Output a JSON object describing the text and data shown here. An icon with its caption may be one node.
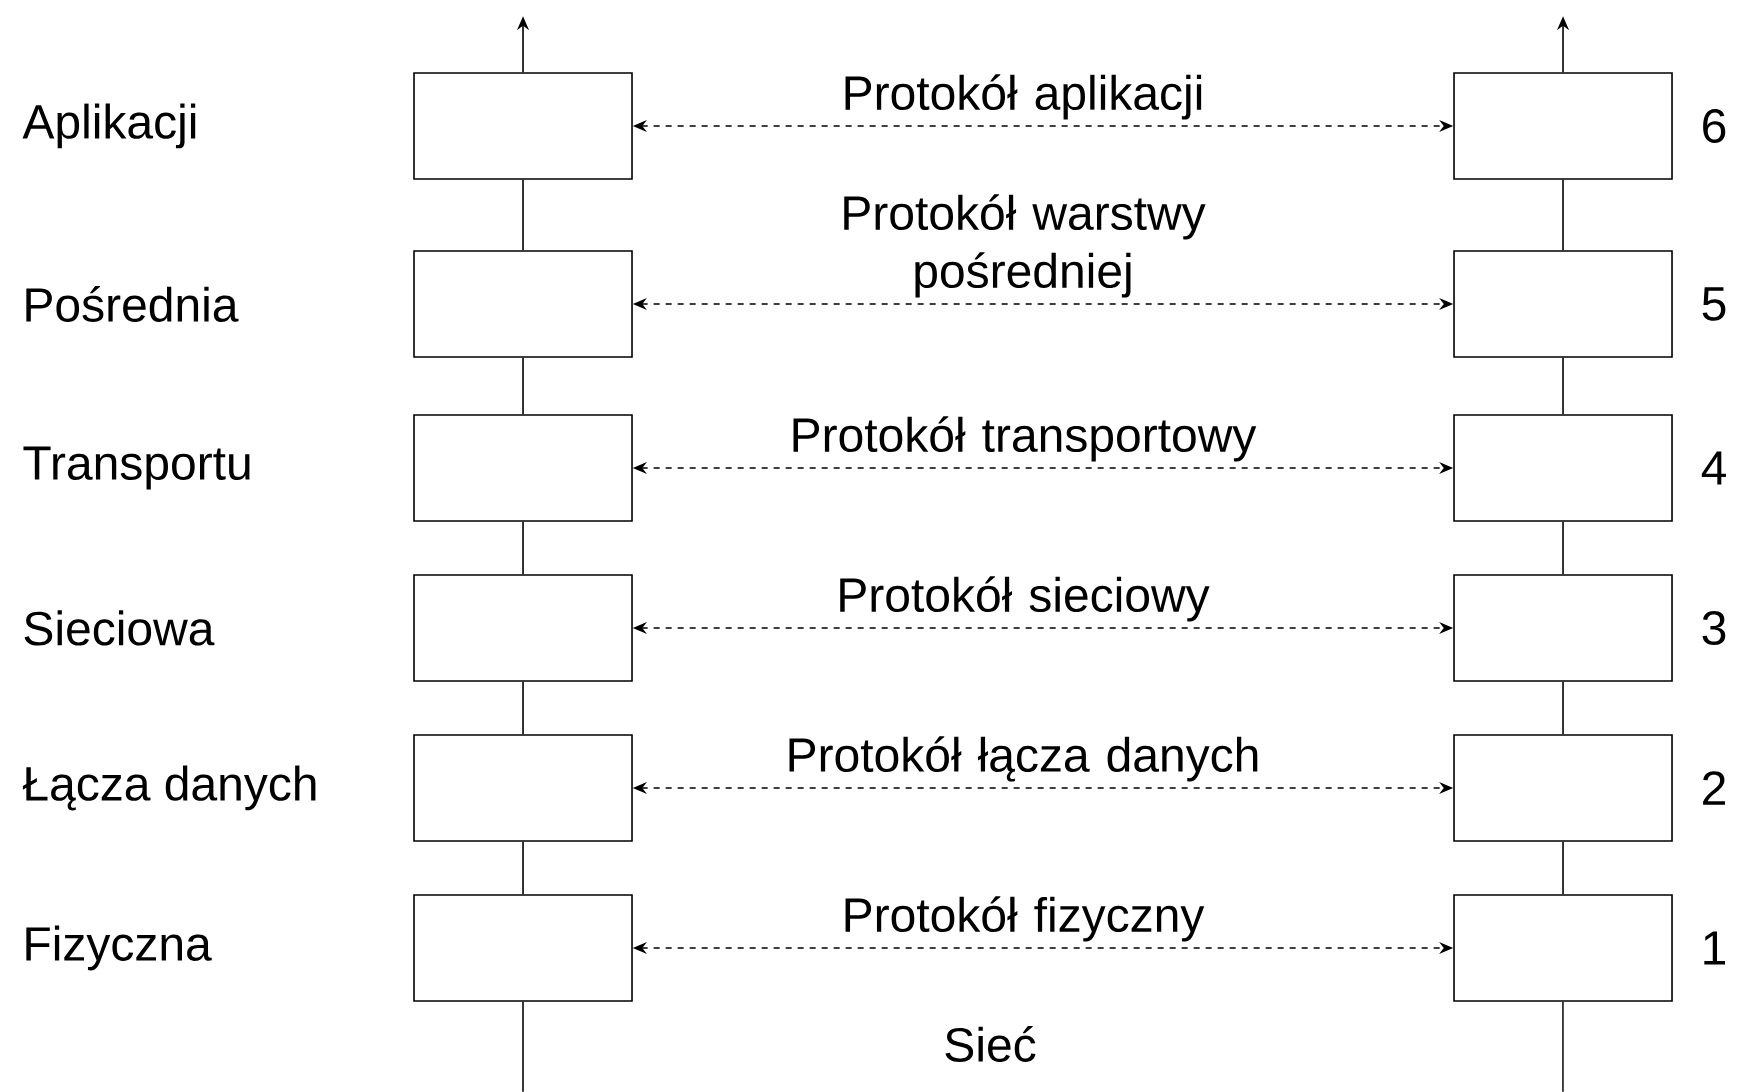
{
  "diagram": {
    "nodes": [
      {
        "text": [],
        "shape": "box"
      },
      {
        "text": [],
        "shape": "box",
        "beside": [
          "6"
        ]
      },
      {
        "text": [],
        "shape": "box"
      },
      {
        "text": [],
        "shape": "box",
        "beside": [
          "5"
        ]
      },
      {
        "text": [],
        "shape": "box"
      },
      {
        "text": [],
        "shape": "box",
        "beside": [
          "4"
        ]
      },
      {
        "text": [],
        "shape": "box"
      },
      {
        "text": [],
        "shape": "box",
        "beside": [
          "3"
        ]
      },
      {
        "text": [],
        "shape": "box"
      },
      {
        "text": [],
        "shape": "box",
        "beside": [
          "2"
        ]
      },
      {
        "text": [],
        "shape": "box"
      },
      {
        "text": [],
        "shape": "box",
        "beside": [
          "1"
        ]
      }
    ],
    "edges": [
      {
        "from": 0,
        "to": 1,
        "arrow": "both",
        "style": "dashed",
        "label": "Protokół aplikacji"
      },
      {
        "from": 2,
        "to": 3,
        "arrow": "both",
        "style": "dashed",
        "label": "Protokół warstwy pośredniej"
      },
      {
        "from": 4,
        "to": 5,
        "arrow": "both",
        "style": "dashed",
        "label": "Protokół transportowy"
      },
      {
        "from": 6,
        "to": 7,
        "arrow": "both",
        "style": "dashed",
        "label": "Protokół sieciowy"
      },
      {
        "from": 8,
        "to": 9,
        "arrow": "both",
        "style": "dashed",
        "label": "Protokół łącza danych"
      },
      {
        "from": 10,
        "to": 11,
        "arrow": "both",
        "style": "dashed",
        "label": "Protokół fizyczny"
      },
      {
        "from": 0,
        "to": null,
        "arrow": "to"
      },
      {
        "from": 1,
        "to": null,
        "arrow": "to"
      },
      {
        "from": 0,
        "to": 2,
        "arrow": "none"
      },
      {
        "from": 2,
        "to": 4,
        "arrow": "none"
      },
      {
        "from": 4,
        "to": 6,
        "arrow": "none"
      },
      {
        "from": 6,
        "to": 8,
        "arrow": "none"
      },
      {
        "from": 8,
        "to": 10,
        "arrow": "none"
      },
      {
        "from": 1,
        "to": 3,
        "arrow": "none"
      },
      {
        "from": 3,
        "to": 5,
        "arrow": "none"
      },
      {
        "from": 5,
        "to": 7,
        "arrow": "none"
      },
      {
        "from": 7,
        "to": 9,
        "arrow": "none"
      },
      {
        "from": 9,
        "to": 11,
        "arrow": "none"
      },
      {
        "from": 10,
        "to": null,
        "arrow": "none"
      },
      {
        "from": 11,
        "to": null,
        "arrow": "none"
      }
    ],
    "labels": [
      "Aplikacji",
      "Pośrednia",
      "Transportu",
      "Sieciowa",
      "Łącza danych",
      "Fizyczna",
      "Sieć"
    ]
  }
}
